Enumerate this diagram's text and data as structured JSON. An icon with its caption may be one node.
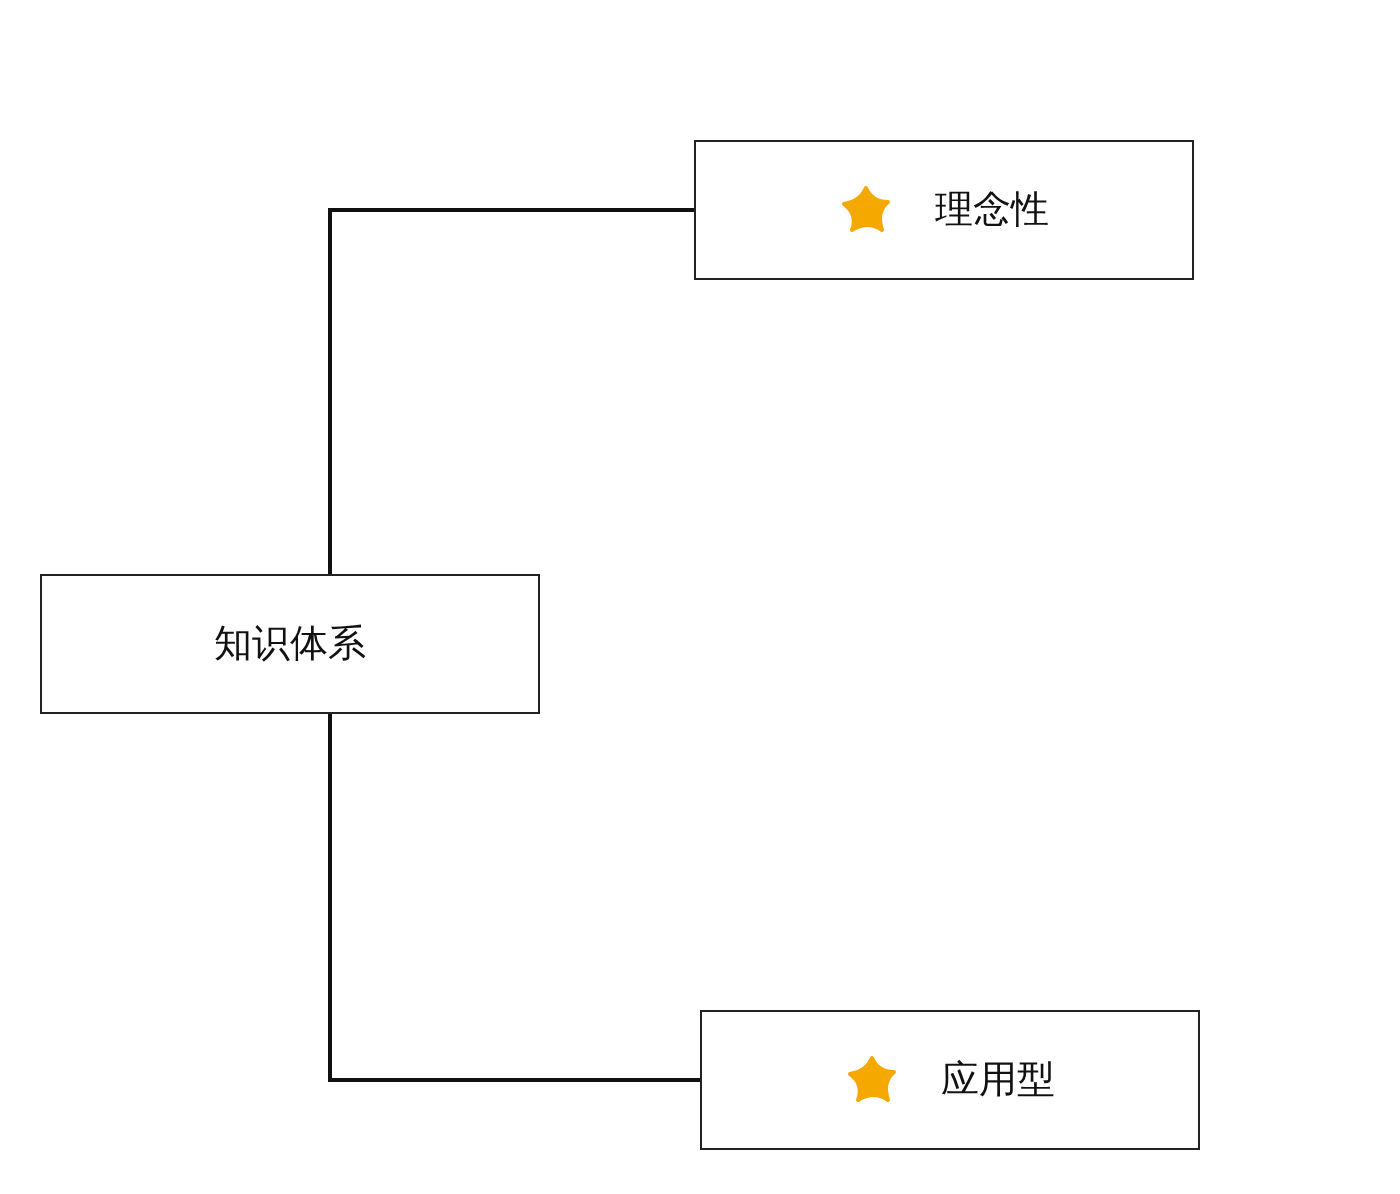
{
  "diagram": {
    "nodes": [
      {
        "text": [
          "知识体系"
        ]
      },
      {
        "text": [
          "理念性"
        ]
      },
      {
        "text": [
          "应用型"
        ]
      }
    ],
    "edges": [
      {
        "from": 0,
        "to": 1,
        "arrow": "none"
      },
      {
        "from": 0,
        "to": 2,
        "arrow": "none"
      }
    ]
  }
}
